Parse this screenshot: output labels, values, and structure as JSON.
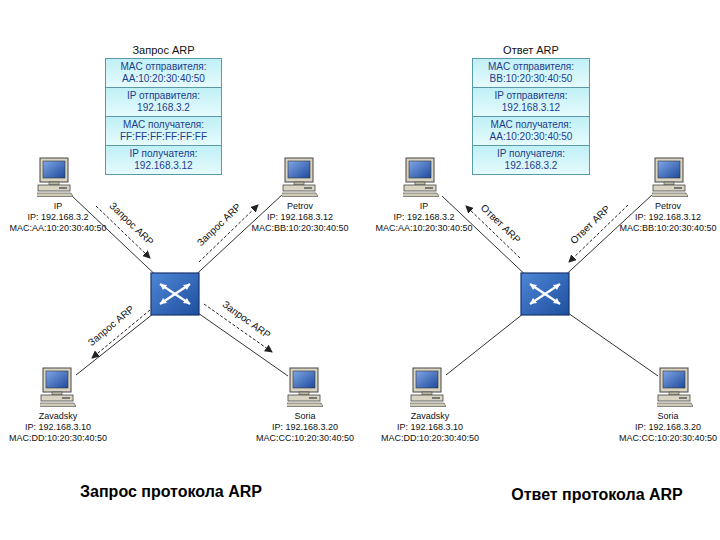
{
  "diagram": {
    "nodes": [
      {
        "text": [
          "Запрос ARP"
        ]
      },
      {
        "text": [
          "MAC отправителя: AA:10:20:30:40:50"
        ],
        "in": 0
      },
      {
        "text": [
          "IP отправителя: 192.168.3.2"
        ],
        "in": 0
      },
      {
        "text": [
          "MAC получателя: FF:FF:FF:FF:FF:FF"
        ],
        "in": 0
      },
      {
        "text": [
          "IP получателя: 192.168.3.12"
        ],
        "in": 0
      },
      {
        "text": [
          "Ответ ARP"
        ]
      },
      {
        "text": [
          "MAC отправителя: BB:10:20:30:40:50"
        ],
        "in": 5
      },
      {
        "text": [
          "IP отправителя: 192.168.3.12"
        ],
        "in": 5
      },
      {
        "text": [
          "MAC получателя: AA:10:20:30:40:50"
        ],
        "in": 5
      },
      {
        "text": [
          "IP получателя: 192.168.3.2"
        ],
        "in": 5
      },
      {
        "text": [
          "IP",
          "IP: 192.168.3.2",
          "MAC:AA:10:20:30:40:50"
        ]
      },
      {
        "text": [
          "Petrov",
          "IP: 192.168.3.12",
          "MAC:BB:10:20:30:40:50"
        ]
      },
      {
        "text": [
          "Zavadsky",
          "IP: 192.168.3.10",
          "MAC:DD:10:20:30:40:50"
        ]
      },
      {
        "text": [
          "Soria",
          "IP: 192.168.3.20",
          "MAC:CC:10:20:30:40:50"
        ]
      },
      {
        "text": [
          "IP",
          "IP: 192.168.3.2",
          "MAC:AA:10:20:30:40:50"
        ]
      },
      {
        "text": [
          "Petrov",
          "IP: 192.168.3.12",
          "MAC:BB:10:20:30:40:50"
        ]
      },
      {
        "text": [
          "Zavadsky",
          "IP: 192.168.3.10",
          "MAC:DD:10:20:30:40:50"
        ]
      },
      {
        "text": [
          "Soria",
          "IP: 192.168.3.20",
          "MAC:CC:10:20:30:40:50"
        ]
      }
    ],
    "labels": [
      "Запрос ARP",
      "Запрос ARP",
      "Запрос ARP",
      "Запрос ARP",
      "Ответ ARP",
      "Ответ ARP",
      "Запрос протокола ARP",
      "Ответ протокола ARP"
    ]
  }
}
